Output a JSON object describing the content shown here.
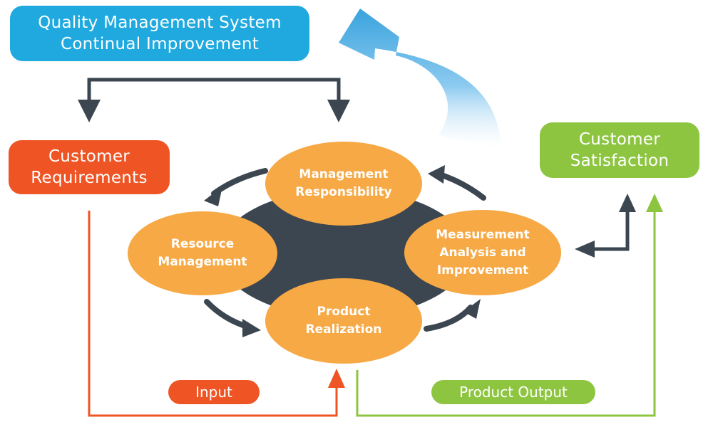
{
  "boxes": {
    "qms": "Quality Management System\nContinual Improvement",
    "customer_requirements": "Customer\nRequirements",
    "customer_satisfaction": "Customer\nSatisfaction"
  },
  "cycle": {
    "management_responsibility": "Management\nResponsibility",
    "resource_management": "Resource\nManagement",
    "measurement_analysis": "Measurement\nAnalysis and\nImprovement",
    "product_realization": "Product\nRealization"
  },
  "pills": {
    "input": "Input",
    "product_output": "Product Output"
  },
  "colors": {
    "blue": "#1fa9df",
    "orange_red": "#ee5424",
    "green": "#8dc541",
    "oval_orange": "#f6a945",
    "dark_slate": "#3b4650"
  }
}
